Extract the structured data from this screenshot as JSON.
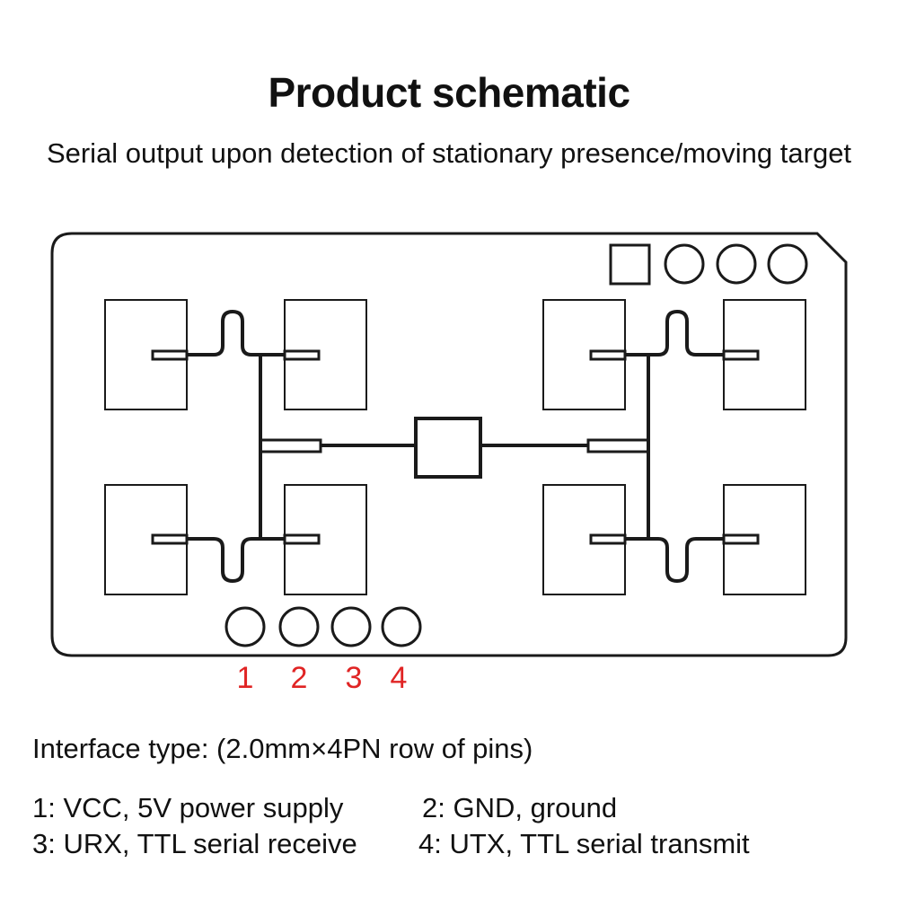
{
  "header": {
    "title": "Product schematic",
    "subtitle": "Serial output upon detection of stationary presence/moving target"
  },
  "pin_labels": [
    "1",
    "2",
    "3",
    "4"
  ],
  "interface_type": "Interface type: (2.0mm×4PN row of pins)",
  "pins": [
    "1: VCC, 5V power supply",
    "2: GND, ground",
    "3: URX, TTL serial receive",
    "4: UTX, TTL serial transmit"
  ],
  "colors": {
    "line": "#1a1a1a",
    "pin_label": "#e02424"
  }
}
